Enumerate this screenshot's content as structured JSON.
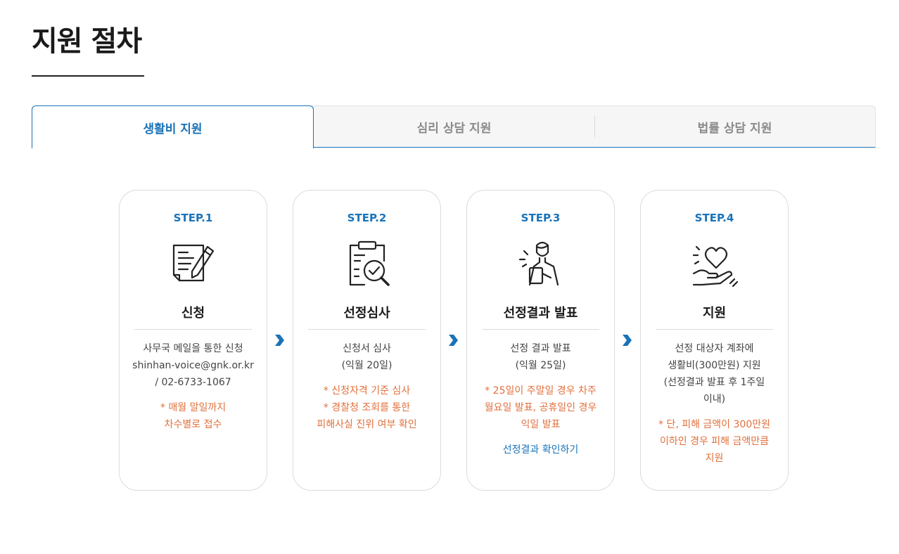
{
  "page": {
    "title": "지원 절차"
  },
  "tabs": [
    {
      "label": "생활비 지원",
      "active": true
    },
    {
      "label": "심리 상담 지원",
      "active": false
    },
    {
      "label": "법률 상담 지원",
      "active": false
    }
  ],
  "steps": [
    {
      "label": "STEP.1",
      "icon": "document-pen-icon",
      "title": "신청",
      "desc": "사무국 메일을 통한 신청\nshinhan-voice@gnk.or.kr\n/ 02-6733-1067",
      "note": "* 매월 말일까지\n차수별로 접수",
      "link": ""
    },
    {
      "label": "STEP.2",
      "icon": "clipboard-check-icon",
      "title": "선정심사",
      "desc": "신청서 심사\n(익월 20일)",
      "note": "* 신청자격 기준 심사\n* 경찰청 조회를 통한\n피해사실 진위 여부 확인",
      "link": ""
    },
    {
      "label": "STEP.3",
      "icon": "announcer-icon",
      "title": "선정결과 발표",
      "desc": "선정 결과 발표\n(익월 25일)",
      "note": "* 25일이 주말일 경우 차주\n월요일 발표, 공휴일인 경우\n익일 발표",
      "link": "선정결과 확인하기"
    },
    {
      "label": "STEP.4",
      "icon": "heart-hand-icon",
      "title": "지원",
      "desc": "선정 대상자 계좌에\n생활비(300만원) 지원\n(선정결과 발표 후 1주일\n이내)",
      "note": "* 단, 피해 금액이 300만원\n이하인 경우 피해 금액만큼\n지원",
      "link": ""
    }
  ],
  "colors": {
    "accent": "#1a73b8",
    "note": "#e0703c"
  }
}
